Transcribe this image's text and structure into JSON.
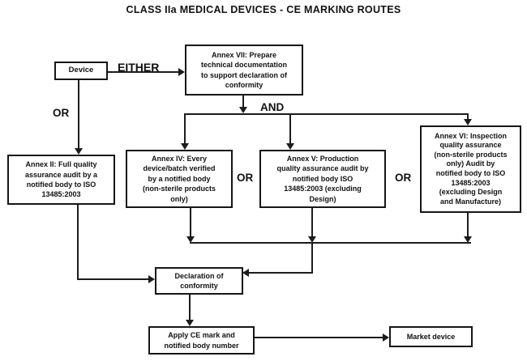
{
  "title": "CLASS IIa MEDICAL DEVICES - CE MARKING ROUTES",
  "colors": {
    "ink": "#111111",
    "background": "#ffffff"
  },
  "labels": {
    "either": "EITHER",
    "or_device_branch": "OR",
    "and": "AND",
    "or_between_iv_v": "OR",
    "or_between_v_vi": "OR"
  },
  "nodes": {
    "device": {
      "label": "Device"
    },
    "annex_vii": {
      "label": "Annex VII: Prepare\ntechnical documentation\nto support declaration of\nconformity"
    },
    "annex_ii": {
      "label": "Annex II: Full quality\nassurance audit by a\nnotified body to ISO\n13485:2003"
    },
    "annex_iv": {
      "label": "Annex IV: Every\ndevice/batch verified\nby a notified body\n(non-sterile products\nonly)"
    },
    "annex_v": {
      "label": "Annex V: Production\nquality assurance audit by\nnotified body ISO\n13485:2003 (excluding\nDesign)"
    },
    "annex_vi": {
      "label": "Annex VI: Inspection\nquality assurance\n(non-sterile products\nonly) Audit by\nnotified body to ISO\n13485:2003\n(excluding Design\nand Manufacture)"
    },
    "declaration": {
      "label": "Declaration of\nconformity"
    },
    "apply_ce": {
      "label": "Apply CE mark and\nnotified body number"
    },
    "market": {
      "label": "Market device"
    }
  }
}
